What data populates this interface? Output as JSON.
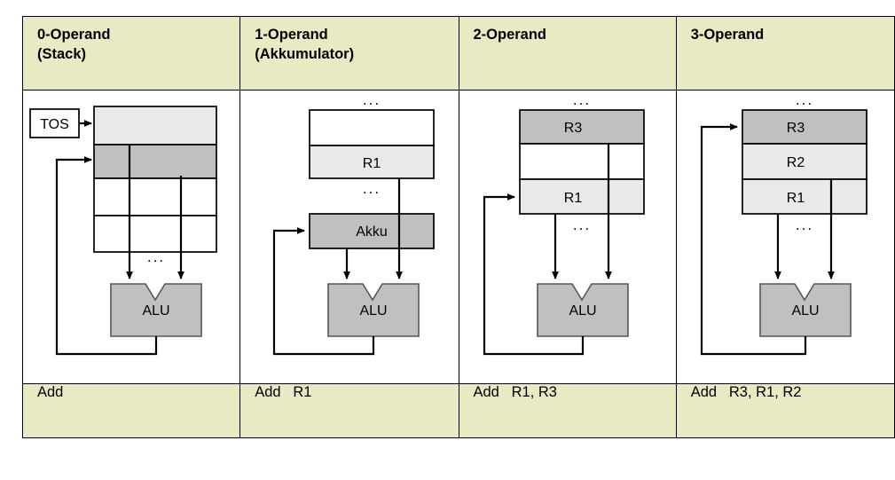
{
  "diagram": {
    "title_implicit": "Operand addressing schemes",
    "colors": {
      "header_bg": "#e9e9c4",
      "footer_bg": "#e9e9c4",
      "cell_dark": "#c0c0c0",
      "cell_light": "#e9e9e9",
      "cell_white": "#ffffff",
      "alu_fill": "#c0c0c0",
      "stroke": "#000000",
      "page_bg": "#ffffff"
    },
    "columns": [
      {
        "id": "col-0-operand",
        "header_line1": "0-Operand",
        "header_line2": "(Stack)",
        "instruction": "Add",
        "pointer_label": "TOS",
        "ellipsis_top": "",
        "ellipsis_bottom": "...",
        "alu_label": "ALU",
        "cells": [
          {
            "label": "",
            "shade": "light"
          },
          {
            "label": "",
            "shade": "dark"
          },
          {
            "label": "",
            "shade": "white"
          },
          {
            "label": "",
            "shade": "white"
          }
        ]
      },
      {
        "id": "col-1-operand",
        "header_line1": "1-Operand",
        "header_line2": "(Akkumulator)",
        "instruction": "Add   R1",
        "pointer_label": "",
        "ellipsis_top": "...",
        "ellipsis_bottom": "...",
        "alu_label": "ALU",
        "accumulator_label": "Akku",
        "cells": [
          {
            "label": "",
            "shade": "white"
          },
          {
            "label": "R1",
            "shade": "light"
          }
        ]
      },
      {
        "id": "col-2-operand",
        "header_line1": "2-Operand",
        "header_line2": "",
        "instruction": "Add   R1, R3",
        "pointer_label": "",
        "ellipsis_top": "...",
        "ellipsis_bottom": "...",
        "alu_label": "ALU",
        "cells": [
          {
            "label": "R3",
            "shade": "dark"
          },
          {
            "label": "",
            "shade": "white"
          },
          {
            "label": "R1",
            "shade": "light"
          }
        ]
      },
      {
        "id": "col-3-operand",
        "header_line1": "3-Operand",
        "header_line2": "",
        "instruction": "Add   R3, R1, R2",
        "pointer_label": "",
        "ellipsis_top": "...",
        "ellipsis_bottom": "...",
        "alu_label": "ALU",
        "cells": [
          {
            "label": "R3",
            "shade": "dark"
          },
          {
            "label": "R2",
            "shade": "light"
          },
          {
            "label": "R1",
            "shade": "light"
          }
        ]
      }
    ]
  }
}
